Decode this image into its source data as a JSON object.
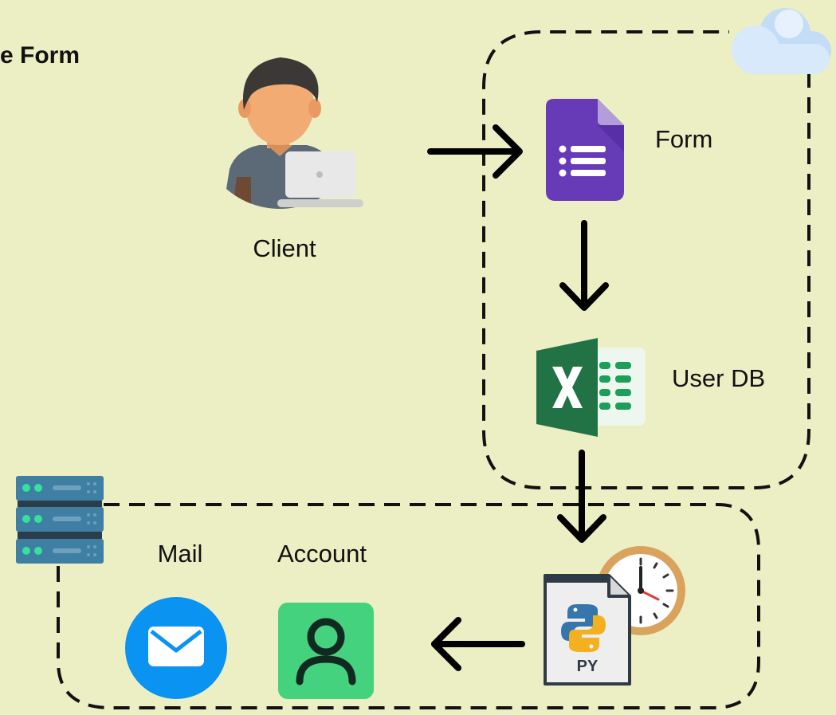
{
  "title": "e Form",
  "nodes": {
    "client": "Client",
    "form": "Form",
    "user_db": "User DB",
    "mail": "Mail",
    "account": "Account",
    "py_badge": "PY"
  },
  "icons": {
    "client": "person-with-laptop-icon",
    "cloud": "cloud-icon",
    "form": "google-forms-icon",
    "user_db": "excel-spreadsheet-icon",
    "server": "server-rack-icon",
    "script": "python-file-icon",
    "clock": "clock-icon",
    "mail": "mail-envelope-icon",
    "account": "user-account-icon"
  },
  "colors": {
    "background": "#ecefc3",
    "forms_purple": "#673ab7",
    "excel_green": "#217346",
    "mail_blue": "#0a93f0",
    "account_green": "#44d27e",
    "server_blue": "#3e7fa3"
  }
}
